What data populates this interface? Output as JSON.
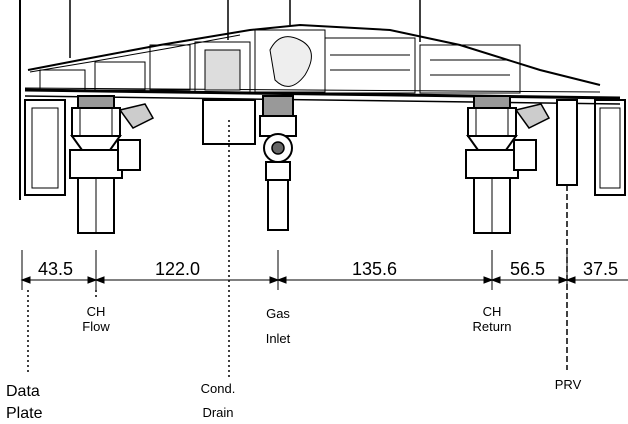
{
  "dimensions": {
    "d1": "43.5",
    "d2": "122.0",
    "d3": "135.6",
    "d4": "56.5",
    "d5": "37.5"
  },
  "labels": {
    "ch_flow_1": "CH",
    "ch_flow_2": "Flow",
    "gas_inlet_1": "Gas",
    "gas_inlet_2": "Inlet",
    "ch_return_1": "CH",
    "ch_return_2": "Return",
    "data_plate_1": "Data",
    "data_plate_2": "Plate",
    "cond_drain_1": "Cond.",
    "cond_drain_2": "Drain",
    "prv": "PRV"
  }
}
